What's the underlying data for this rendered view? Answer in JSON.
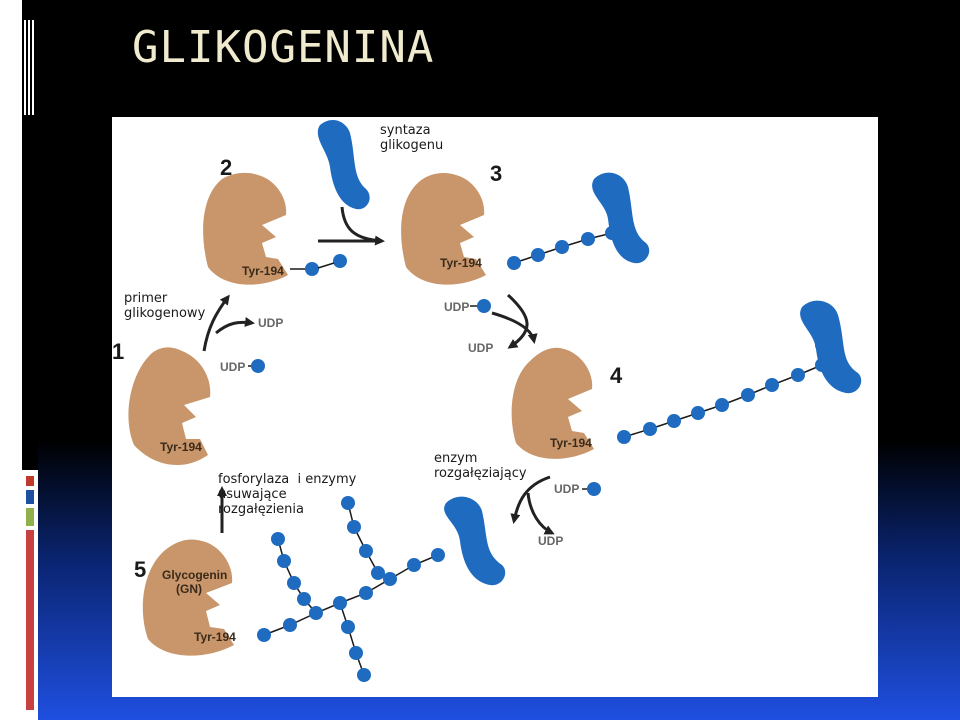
{
  "slide": {
    "title": "GLIKOGENINA"
  },
  "colors": {
    "protein": "#c8966a",
    "enzyme": "#1e6bc0",
    "glucose": "#1e6bc0",
    "arrow": "#222222"
  },
  "diagram": {
    "step_numbers": [
      "1",
      "2",
      "3",
      "4",
      "5"
    ],
    "residue_label": "Tyr-194",
    "udp_label": "UDP",
    "glycogenin_label_line1": "Glycogenin",
    "glycogenin_label_line2": "(GN)",
    "labels": {
      "syntaza": "syntaza\nglikogenu",
      "primer": "primer\nglikogenowy",
      "fosforylaza": "fosforylaza  i enzymy\nusuwające\nrozgałęzienia",
      "enzym": "enzym\nrozgałęziający"
    }
  }
}
